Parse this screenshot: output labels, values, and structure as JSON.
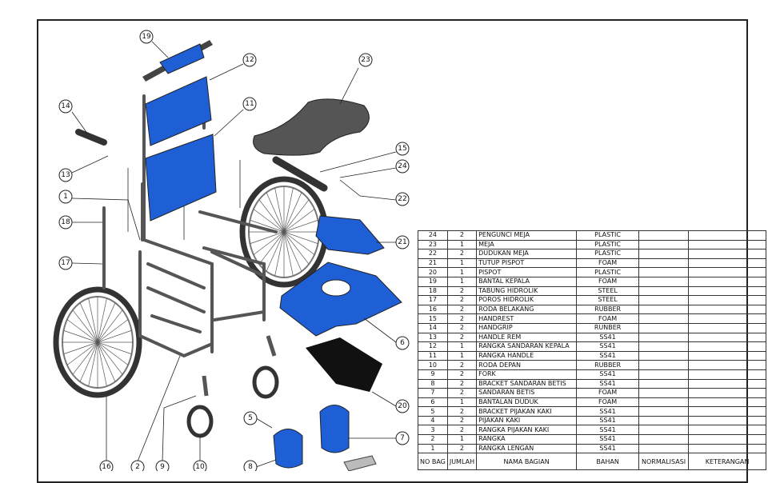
{
  "colors": {
    "part_blue": "#1f5fd6",
    "frame": "#555555",
    "dark": "#333333"
  },
  "callouts": [
    "19",
    "12",
    "23",
    "14",
    "11",
    "15",
    "13",
    "24",
    "1",
    "22",
    "18",
    "21",
    "17",
    "6",
    "20",
    "5",
    "7",
    "16",
    "2",
    "9",
    "10",
    "8"
  ],
  "table": {
    "headers": {
      "no": "NO BAG",
      "qty": "JUMLAH",
      "name": "NAMA BAGIAN",
      "material": "BAHAN",
      "norm": "NORMALISASI",
      "note": "KETERANGAN"
    },
    "rows": [
      {
        "no": "24",
        "qty": "2",
        "name": "PENGUNCI MEJA",
        "material": "PLASTIC"
      },
      {
        "no": "23",
        "qty": "1",
        "name": "MEJA",
        "material": "PLASTIC"
      },
      {
        "no": "22",
        "qty": "2",
        "name": "DUDUKAN MEJA",
        "material": "PLASTIC"
      },
      {
        "no": "21",
        "qty": "1",
        "name": "TUTUP PISPOT",
        "material": "FOAM"
      },
      {
        "no": "20",
        "qty": "1",
        "name": "PISPOT",
        "material": "PLASTIC"
      },
      {
        "no": "19",
        "qty": "1",
        "name": "BANTAL KEPALA",
        "material": "FOAM"
      },
      {
        "no": "18",
        "qty": "2",
        "name": "TABUNG HIDROLIK",
        "material": "STEEL"
      },
      {
        "no": "17",
        "qty": "2",
        "name": "POROS HIDROLIK",
        "material": "STEEL"
      },
      {
        "no": "16",
        "qty": "2",
        "name": "RODA BELAKANG",
        "material": "RUBBER"
      },
      {
        "no": "15",
        "qty": "2",
        "name": "HANDREST",
        "material": "FOAM"
      },
      {
        "no": "14",
        "qty": "2",
        "name": "HANDGRIP",
        "material": "RUNBER"
      },
      {
        "no": "13",
        "qty": "2",
        "name": "HANDLE REM",
        "material": "SS41"
      },
      {
        "no": "12",
        "qty": "1",
        "name": "RANGKA SANDARAN KEPALA",
        "material": "SS41"
      },
      {
        "no": "11",
        "qty": "1",
        "name": "RANGKA HANDLE",
        "material": "SS41"
      },
      {
        "no": "10",
        "qty": "2",
        "name": "RODA DEPAN",
        "material": "RUBBER"
      },
      {
        "no": "9",
        "qty": "2",
        "name": "FORK",
        "material": "SS41"
      },
      {
        "no": "8",
        "qty": "2",
        "name": "BRACKET SANDARAN  BETIS",
        "material": "SS41"
      },
      {
        "no": "7",
        "qty": "2",
        "name": "SANDARAN BETIS",
        "material": "FOAM"
      },
      {
        "no": "6",
        "qty": "1",
        "name": "BANTALAN DUDUK",
        "material": "FOAM"
      },
      {
        "no": "5",
        "qty": "2",
        "name": "BRACKET PIJAKAN KAKI",
        "material": "SS41"
      },
      {
        "no": "4",
        "qty": "2",
        "name": "PIJAKAN KAKI",
        "material": "SS41"
      },
      {
        "no": "3",
        "qty": "2",
        "name": "RANGKA PIJAKAN KAKI",
        "material": "SS41"
      },
      {
        "no": "2",
        "qty": "1",
        "name": "RANGKA",
        "material": "SS41"
      },
      {
        "no": "1",
        "qty": "2",
        "name": "RANGKA LENGAN",
        "material": "SS41"
      }
    ]
  }
}
